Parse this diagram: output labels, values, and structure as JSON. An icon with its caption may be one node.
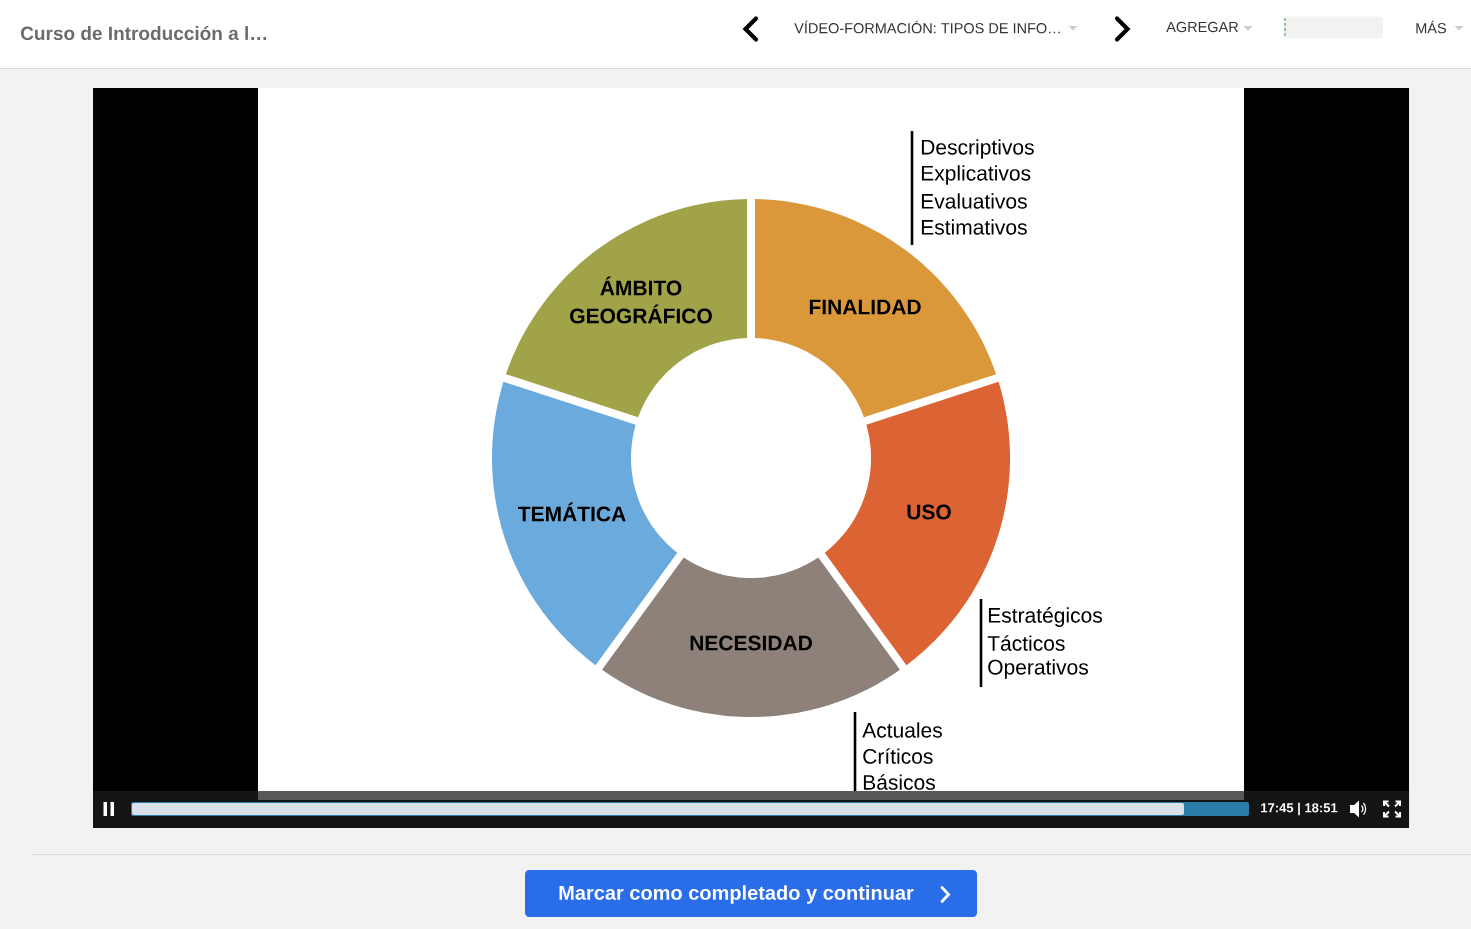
{
  "diagram": {
    "nodes": [
      {
        "text": [
          "ÁMBITO GEOGRÁFICO"
        ]
      },
      {
        "text": [
          "FINALIDAD"
        ],
        "beside": [
          "Descriptivos",
          "Explicativos",
          "Evaluativos",
          "Estimativos"
        ]
      },
      {
        "text": [
          "TEMÁTICA"
        ]
      },
      {
        "text": [
          "USO"
        ],
        "beside": [
          "Estratégicos",
          "Tácticos",
          "Operativos"
        ]
      },
      {
        "text": [
          "NECESIDAD"
        ],
        "beside": [
          "Actuales",
          "Críticos",
          "Básicos"
        ]
      }
    ],
    "labels": [
      "Curso de Introducción a l…",
      "VÍDEO-FORMACIÓN: TIPOS DE INFO…",
      "AGREGAR",
      "MÁS",
      "17:45 | 18:51",
      "Marcar como completado y continuar"
    ]
  }
}
